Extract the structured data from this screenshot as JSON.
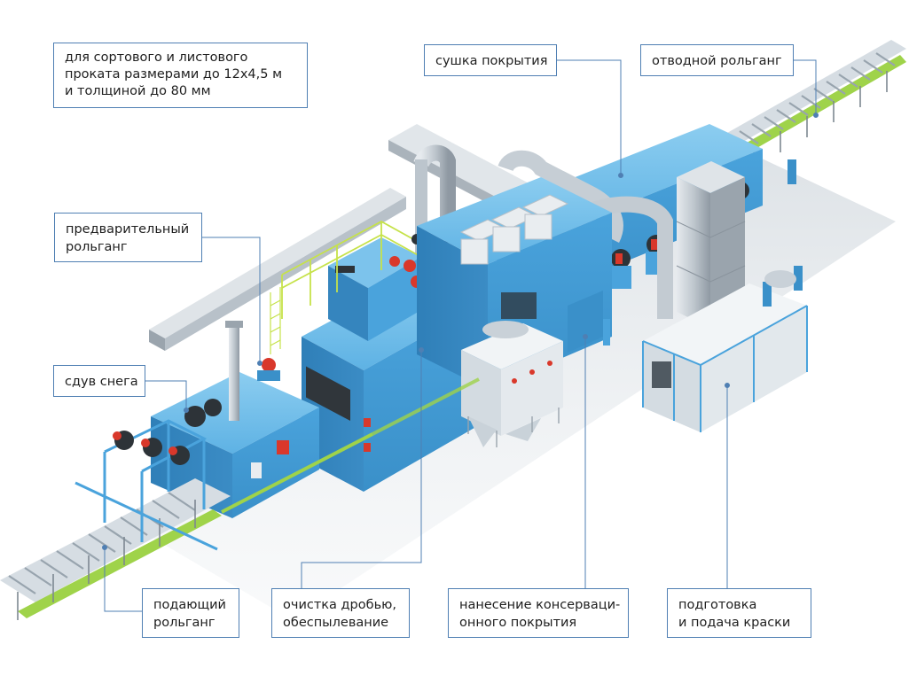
{
  "labels": {
    "spec": [
      "для сортового и листового",
      "проката размерами до 12х4,5 м",
      "и толщиной до 80 мм"
    ],
    "drying": [
      "сушка покрытия"
    ],
    "outlet_conveyor": [
      "отводной рольганг"
    ],
    "pre_conveyor": [
      "предварительный",
      "рольганг"
    ],
    "snow_blowing": [
      "сдув снега"
    ],
    "feed_conveyor": [
      "подающий",
      "рольганг"
    ],
    "shot_blasting": [
      "очистка дробью,",
      "обеспылевание"
    ],
    "coating_application": [
      "нанесение консерваци-",
      "онного покрытия"
    ],
    "paint_preparation": [
      "подготовка",
      "и подача краски"
    ]
  },
  "colors": {
    "machine_blue": "#4aa3dc",
    "machine_blue_dark": "#2f7fb8",
    "machine_blue_light": "#7cc3ec",
    "duct_grey": "#b9c2ca",
    "duct_grey_dark": "#8c96a0",
    "callout_line": "#4f7fb3",
    "rail_green": "#9fd34a",
    "motor_red": "#d9382b",
    "railing_yellow": "#c6e24a"
  }
}
